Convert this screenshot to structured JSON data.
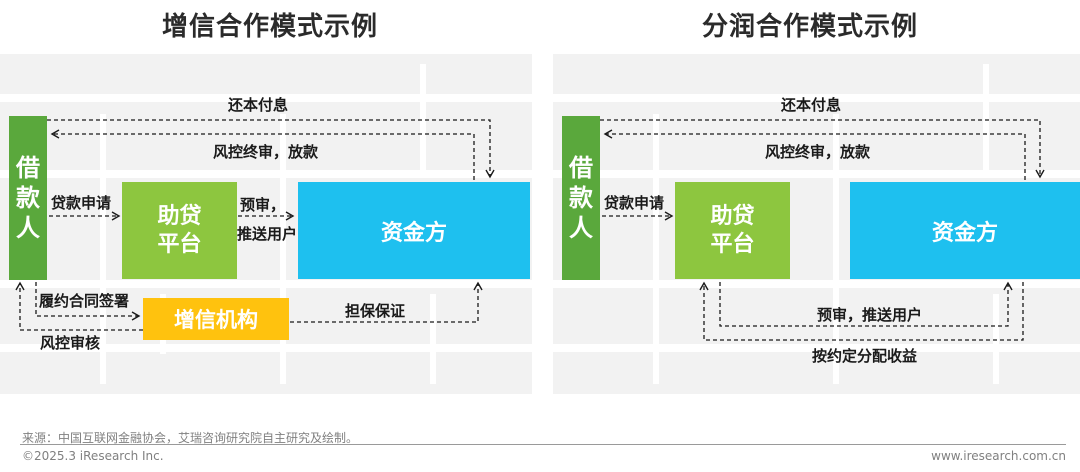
{
  "left": {
    "title": "增信合作模式示例",
    "borrower": [
      "借",
      "款",
      "人"
    ],
    "platform": [
      "助贷",
      "平台"
    ],
    "funder": "资金方",
    "guarantor": "增信机构",
    "labels": {
      "repay": "还本付息",
      "risk_loan": "风控终审，放款",
      "apply": "贷款申请",
      "prereview_1": "预审，",
      "prereview_2": "推送用户",
      "contract": "履约合同签署",
      "risk_review": "风控审核",
      "guarantee": "担保保证"
    }
  },
  "right": {
    "title": "分润合作模式示例",
    "borrower": [
      "借",
      "款",
      "人"
    ],
    "platform": [
      "助贷",
      "平台"
    ],
    "funder": "资金方",
    "labels": {
      "repay": "还本付息",
      "risk_loan": "风控终审，放款",
      "apply": "贷款申请",
      "prereview": "预审，推送用户",
      "profit": "按约定分配收益"
    }
  },
  "footer": {
    "source": "来源：中国互联网金融协会，艾瑞咨询研究院自主研究及绘制。",
    "copyright": "©2025.3 iResearch Inc.",
    "website": "www.iresearch.com.cn"
  },
  "colors": {
    "borrower": "#5aa83c",
    "platform": "#8dc63f",
    "funder": "#1ec0ef",
    "guarantor": "#ffc20e",
    "panel_bg": "#f2f2f2"
  }
}
